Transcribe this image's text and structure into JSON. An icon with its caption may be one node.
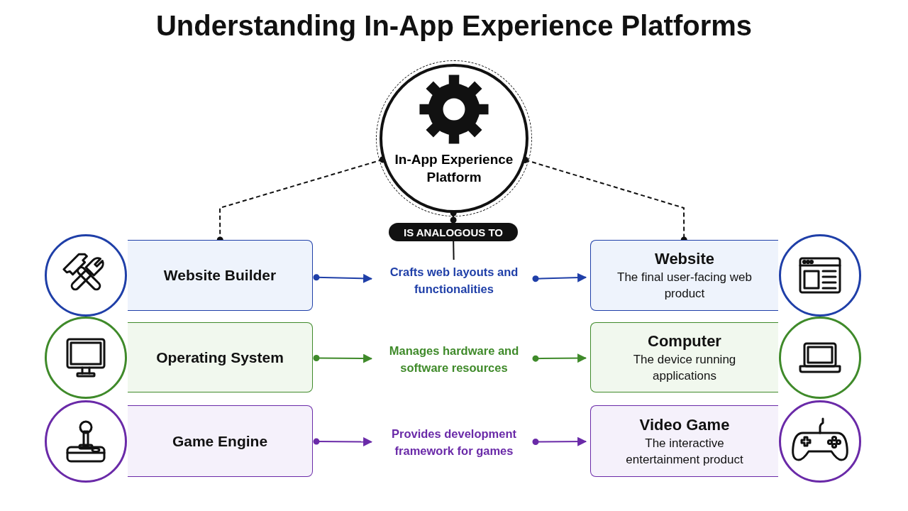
{
  "diagram": {
    "title": "Understanding In-App Experience Platforms",
    "nodes": [
      {
        "text": [
          "In-App Experience Platform"
        ]
      },
      {
        "text": [
          "IS ANALOGOUS TO"
        ]
      },
      {
        "text": [
          "Website Builder"
        ]
      },
      {
        "text": [
          "Crafts web layouts and functionalities"
        ]
      },
      {
        "text": [
          "Website",
          "The final user-facing web product"
        ]
      },
      {
        "text": [
          "Operating System"
        ]
      },
      {
        "text": [
          "Manages hardware and software resources"
        ]
      },
      {
        "text": [
          "Computer",
          "The device running applications"
        ]
      },
      {
        "text": [
          "Game Engine"
        ]
      },
      {
        "text": [
          "Provides development framework for games"
        ]
      },
      {
        "text": [
          "Video Game",
          "The interactive entertainment product"
        ]
      }
    ],
    "edges": [
      {
        "from": 0,
        "to": 2,
        "arrow": "other",
        "style": "dashed"
      },
      {
        "from": 0,
        "to": 4,
        "arrow": "other",
        "style": "dashed"
      },
      {
        "from": 0,
        "to": 1,
        "arrow": "other"
      },
      {
        "from": 1,
        "to": 3,
        "arrow": "none"
      },
      {
        "from": 2,
        "to": 3,
        "arrow": "to",
        "color": "#1f3fa8"
      },
      {
        "from": 3,
        "to": 4,
        "arrow": "to",
        "color": "#1f3fa8"
      },
      {
        "from": 5,
        "to": 6,
        "arrow": "to",
        "color": "#3f8a2a"
      },
      {
        "from": 6,
        "to": 7,
        "arrow": "to",
        "color": "#3f8a2a"
      },
      {
        "from": 8,
        "to": 9,
        "arrow": "to",
        "color": "#6a2aa8"
      },
      {
        "from": 9,
        "to": 10,
        "arrow": "to",
        "color": "#6a2aa8"
      }
    ]
  }
}
